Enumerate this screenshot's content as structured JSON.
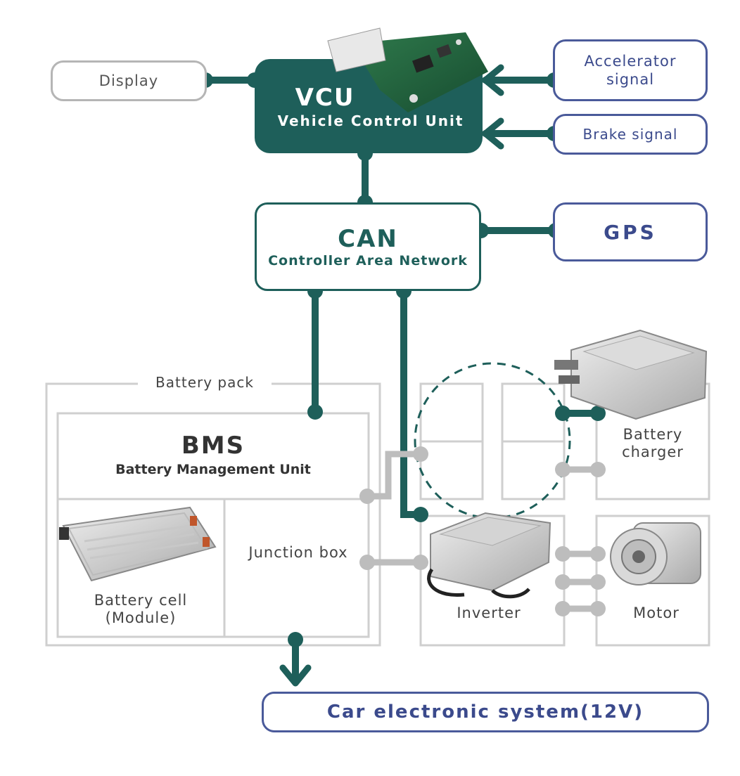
{
  "vcu": {
    "title": "VCU",
    "subtitle": "Vehicle Control Unit"
  },
  "can": {
    "title": "CAN",
    "subtitle": "Controller Area Network"
  },
  "display": "Display",
  "accelerator": "Accelerator signal",
  "brake": "Brake signal",
  "gps": "GPS",
  "battery_pack": "Battery pack",
  "bms": {
    "title": "BMS",
    "subtitle": "Battery Management Unit"
  },
  "battery_cell": "Battery cell (Module)",
  "junction_box": "Junction box",
  "battery_charger": "Battery charger",
  "inverter": "Inverter",
  "motor": "Motor",
  "car_system": "Car electronic system(12V)",
  "colors": {
    "teal": "#1e5f5a",
    "blue": "#4a5a9a",
    "grey": "#b5b5b5"
  }
}
